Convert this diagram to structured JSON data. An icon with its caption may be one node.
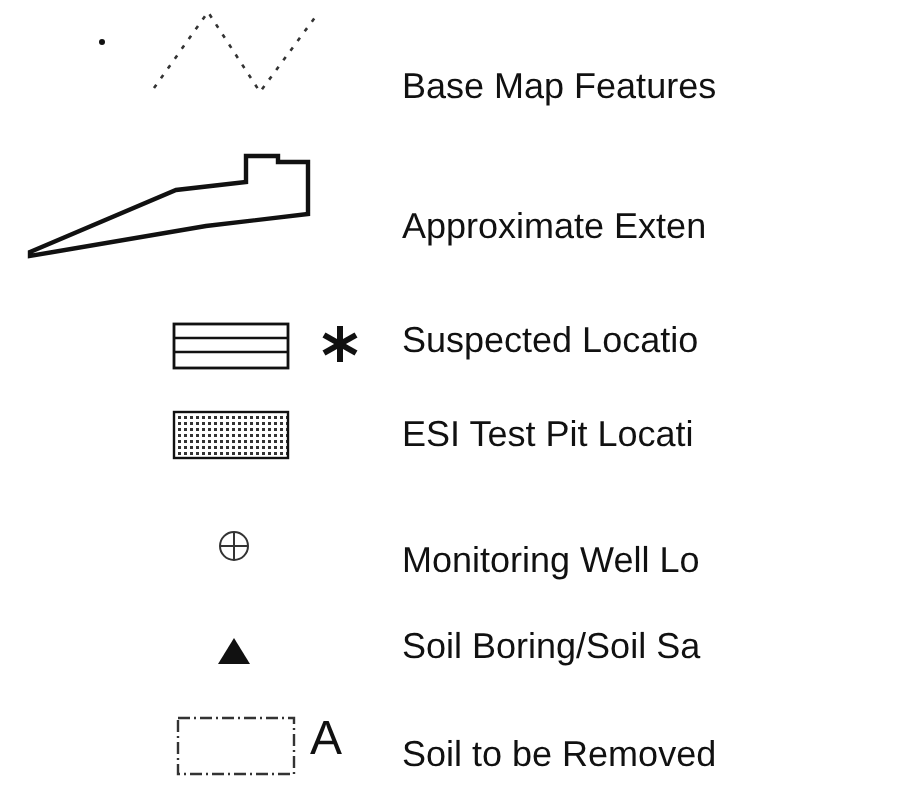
{
  "diagram": {
    "legend": [
      {
        "text": "Base Map Features"
      },
      {
        "text": "Approximate Exten"
      },
      {
        "text": "Suspected Locatio"
      },
      {
        "text": "ESI Test Pit Locati"
      },
      {
        "text": "Monitoring Well Lo"
      },
      {
        "text": "Soil Boring/Soil Sa"
      },
      {
        "text": "Soil to be Removed"
      }
    ],
    "labels": [
      "A"
    ]
  }
}
